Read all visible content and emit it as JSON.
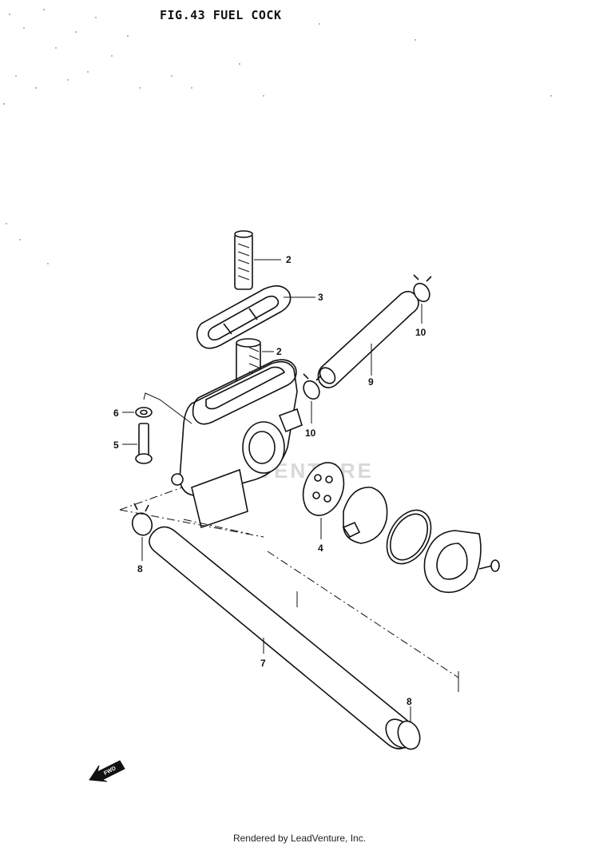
{
  "header": {
    "title": "FIG.43  FUEL COCK"
  },
  "watermark": {
    "text": "LEADVENTURE"
  },
  "callouts": [
    "2",
    "3",
    "2",
    "10",
    "9",
    "10",
    "6",
    "5",
    "4",
    "8",
    "7",
    "8"
  ],
  "fwd_label": "FWD",
  "footer": {
    "text": "Rendered by LeadVenture, Inc."
  }
}
